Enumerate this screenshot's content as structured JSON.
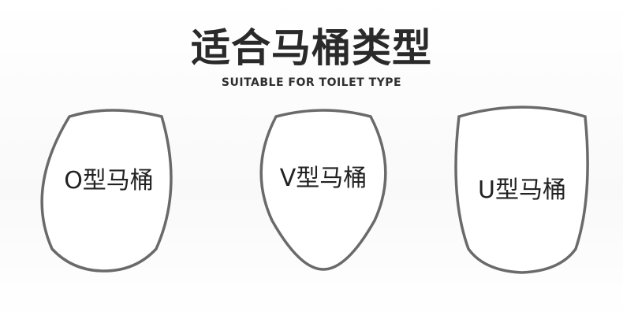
{
  "title": "适合马桶类型",
  "subtitle": "SUITABLE FOR TOILET TYPE",
  "toilet_types": [
    {
      "label": "O型马桶"
    },
    {
      "label": "V型马桶"
    },
    {
      "label": "U型马桶"
    }
  ],
  "colors": {
    "outline": "#6a6a6a",
    "text": "#222222",
    "background": "#fbfbfb"
  }
}
